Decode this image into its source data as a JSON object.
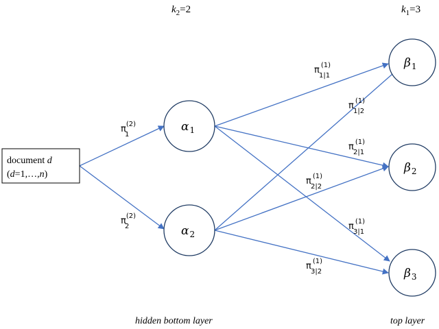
{
  "header": {
    "k2": {
      "var": "k",
      "sub": "2",
      "rest": "=2"
    },
    "k1": {
      "var": "k",
      "sub": "1",
      "rest": "=3"
    }
  },
  "document": {
    "line1_text": "document ",
    "line1_var": "d",
    "line2_open": "(",
    "line2_var": "d",
    "line2_mid": "=1,…,",
    "line2_var2": "n",
    "line2_close": ")"
  },
  "nodes": {
    "alpha1": {
      "symbol": "α",
      "sub": "1"
    },
    "alpha2": {
      "symbol": "α",
      "sub": "2"
    },
    "beta1": {
      "symbol": "β",
      "sub": "1"
    },
    "beta2": {
      "symbol": "β",
      "sub": "2"
    },
    "beta3": {
      "symbol": "β",
      "sub": "3"
    }
  },
  "edge_labels": {
    "pi1_2": {
      "base": "π",
      "sup": "(2)",
      "sub": "1"
    },
    "pi2_2": {
      "base": "π",
      "sup": "(2)",
      "sub": "2"
    },
    "pi11": {
      "base": "π",
      "sup": "(1)",
      "sub": "1|1"
    },
    "pi12": {
      "base": "π",
      "sup": "(1)",
      "sub": "1|2"
    },
    "pi21": {
      "base": "π",
      "sup": "(1)",
      "sub": "2|1"
    },
    "pi22": {
      "base": "π",
      "sup": "(1)",
      "sub": "2|2"
    },
    "pi31": {
      "base": "π",
      "sup": "(1)",
      "sub": "3|1"
    },
    "pi32": {
      "base": "π",
      "sup": "(1)",
      "sub": "3|2"
    }
  },
  "footer": {
    "bottom_layer": "hidden bottom layer",
    "top_layer": "top layer"
  },
  "colors": {
    "edge": "#4472c4",
    "node_stroke": "#1f3b63"
  }
}
